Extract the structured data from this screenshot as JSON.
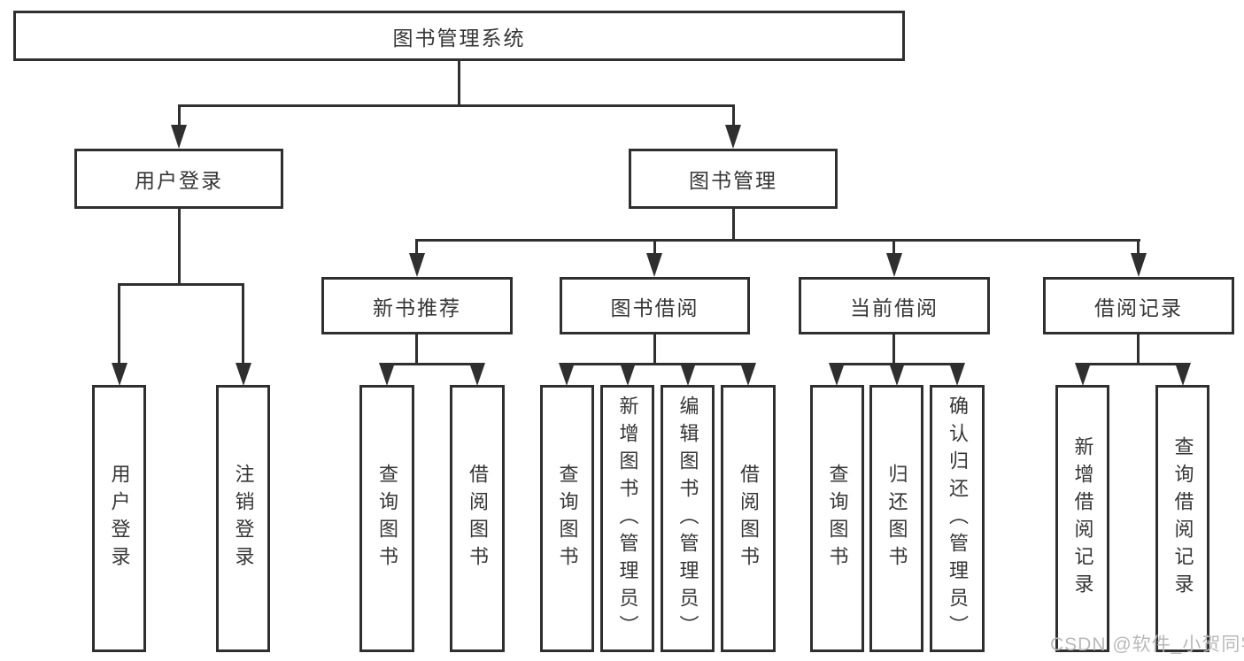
{
  "tree": {
    "root": {
      "label": "图书管理系统"
    },
    "branches": [
      {
        "label": "用户登录",
        "children": [
          {
            "label": "用户登录"
          },
          {
            "label": "注销登录"
          }
        ]
      },
      {
        "label": "图书管理",
        "children": [
          {
            "label": "新书推荐",
            "children": [
              {
                "label": "查询图书"
              },
              {
                "label": "借阅图书"
              }
            ]
          },
          {
            "label": "图书借阅",
            "children": [
              {
                "label": "查询图书"
              },
              {
                "label": "新增图书（管理员）"
              },
              {
                "label": "编辑图书（管理员）"
              },
              {
                "label": "借阅图书"
              }
            ]
          },
          {
            "label": "当前借阅",
            "children": [
              {
                "label": "查询图书"
              },
              {
                "label": "归还图书"
              },
              {
                "label": "确认归还（管理员）"
              }
            ]
          },
          {
            "label": "借阅记录",
            "children": [
              {
                "label": "新增借阅记录"
              },
              {
                "label": "查询借阅记录"
              }
            ]
          }
        ]
      }
    ]
  },
  "watermark": "CSDN @软件_小贺同学",
  "colors": {
    "line": "#2f2f2f",
    "text": "#363636",
    "background": "#ffffff",
    "watermark": "#b9b9b9"
  }
}
